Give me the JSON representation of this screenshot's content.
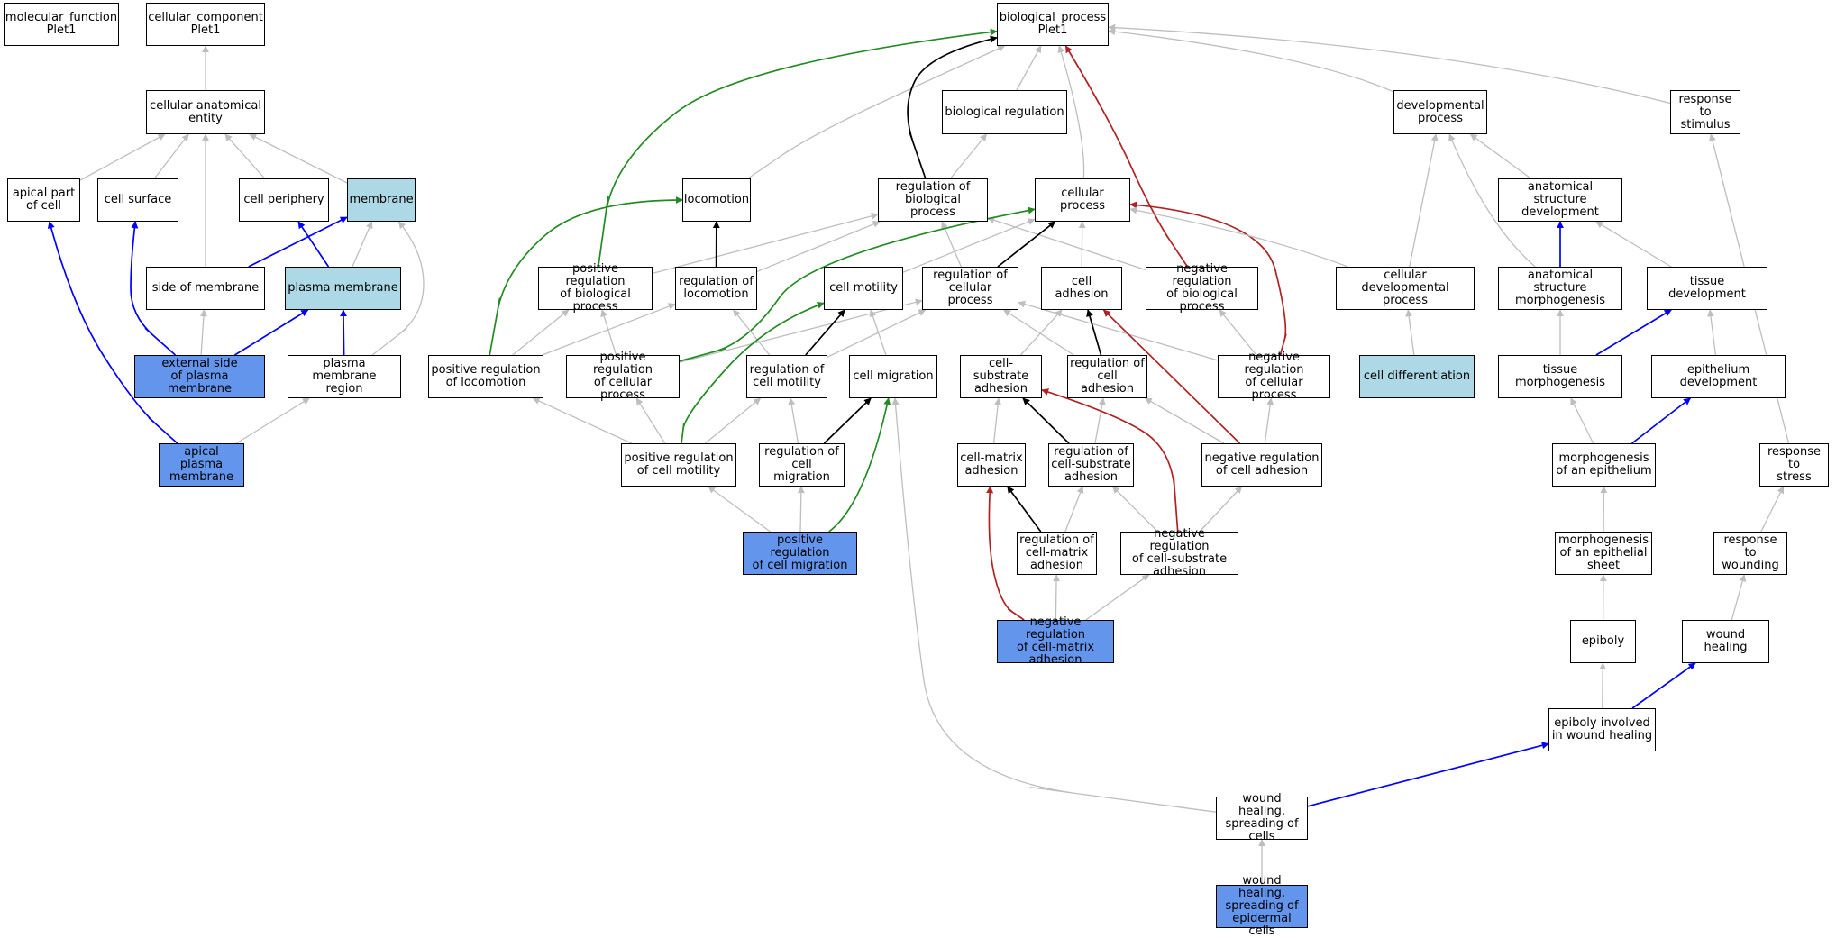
{
  "colors": {
    "is_a": "#bebebe",
    "part_of": "#0000ff",
    "regulates": "#000000",
    "positively_regulates": "#228b22",
    "negatively_regulates": "#b22222",
    "highlight_light": "#add8e6",
    "highlight_dark": "#6495ed"
  },
  "nodes": [
    {
      "id": "mf_root",
      "label": "molecular_function\nPlet1",
      "style": "plain"
    },
    {
      "id": "cc_root",
      "label": "cellular_component\nPlet1",
      "style": "plain"
    },
    {
      "id": "bp_root",
      "label": "biological_process\nPlet1",
      "style": "plain"
    },
    {
      "id": "cell_anat",
      "label": "cellular anatomical\nentity",
      "style": "plain"
    },
    {
      "id": "apical_part",
      "label": "apical part\nof cell",
      "style": "plain"
    },
    {
      "id": "cell_surface",
      "label": "cell surface",
      "style": "plain"
    },
    {
      "id": "cell_periphery",
      "label": "cell periphery",
      "style": "plain"
    },
    {
      "id": "membrane",
      "label": "membrane",
      "style": "light"
    },
    {
      "id": "side_membrane",
      "label": "side of membrane",
      "style": "plain"
    },
    {
      "id": "plasma_membrane",
      "label": "plasma membrane",
      "style": "light"
    },
    {
      "id": "ext_side_pm",
      "label": "external side\nof plasma membrane",
      "style": "dark"
    },
    {
      "id": "pm_region",
      "label": "plasma membrane\nregion",
      "style": "plain"
    },
    {
      "id": "apical_pm",
      "label": "apical plasma\nmembrane",
      "style": "dark"
    },
    {
      "id": "locomotion",
      "label": "locomotion",
      "style": "plain"
    },
    {
      "id": "bio_reg",
      "label": "biological regulation",
      "style": "plain"
    },
    {
      "id": "reg_bio_proc",
      "label": "regulation of\nbiological process",
      "style": "plain"
    },
    {
      "id": "cellular_process",
      "label": "cellular process",
      "style": "plain"
    },
    {
      "id": "pos_reg_bio_proc",
      "label": "positive regulation\nof biological\nprocess",
      "style": "plain"
    },
    {
      "id": "reg_locomotion",
      "label": "regulation of\nlocomotion",
      "style": "plain"
    },
    {
      "id": "cell_motility",
      "label": "cell motility",
      "style": "plain"
    },
    {
      "id": "reg_cell_proc",
      "label": "regulation of\ncellular process",
      "style": "plain"
    },
    {
      "id": "cell_adhesion",
      "label": "cell adhesion",
      "style": "plain"
    },
    {
      "id": "neg_reg_bio_proc",
      "label": "negative regulation\nof biological\nprocess",
      "style": "plain"
    },
    {
      "id": "pos_reg_locomotion",
      "label": "positive regulation\nof locomotion",
      "style": "plain"
    },
    {
      "id": "pos_reg_cell_proc",
      "label": "positive regulation\nof cellular\nprocess",
      "style": "plain"
    },
    {
      "id": "reg_cell_motility",
      "label": "regulation of\ncell motility",
      "style": "plain"
    },
    {
      "id": "cell_migration",
      "label": "cell migration",
      "style": "plain"
    },
    {
      "id": "cell_substrate_adh",
      "label": "cell-substrate\nadhesion",
      "style": "plain"
    },
    {
      "id": "reg_cell_adh",
      "label": "regulation of\ncell adhesion",
      "style": "plain"
    },
    {
      "id": "neg_reg_cell_proc",
      "label": "negative regulation\nof cellular\nprocess",
      "style": "plain"
    },
    {
      "id": "pos_reg_cell_motility",
      "label": "positive regulation\nof cell motility",
      "style": "plain"
    },
    {
      "id": "reg_cell_migration",
      "label": "regulation of\ncell migration",
      "style": "plain"
    },
    {
      "id": "cell_matrix_adh",
      "label": "cell-matrix\nadhesion",
      "style": "plain"
    },
    {
      "id": "reg_cell_substrate_adh",
      "label": "regulation of\ncell-substrate\nadhesion",
      "style": "plain"
    },
    {
      "id": "neg_reg_cell_adh",
      "label": "negative regulation\nof cell adhesion",
      "style": "plain"
    },
    {
      "id": "pos_reg_cell_migration",
      "label": "positive regulation\nof cell migration",
      "style": "dark"
    },
    {
      "id": "reg_cell_matrix_adh",
      "label": "regulation of\ncell-matrix\nadhesion",
      "style": "plain"
    },
    {
      "id": "neg_reg_cell_substrate_adh",
      "label": "negative regulation\nof cell-substrate\nadhesion",
      "style": "plain"
    },
    {
      "id": "neg_reg_cell_matrix_adh",
      "label": "negative regulation\nof cell-matrix\nadhesion",
      "style": "dark"
    },
    {
      "id": "dev_process",
      "label": "developmental\nprocess",
      "style": "plain"
    },
    {
      "id": "resp_stimulus",
      "label": "response to\nstimulus",
      "style": "plain"
    },
    {
      "id": "anat_struct_dev",
      "label": "anatomical structure\ndevelopment",
      "style": "plain"
    },
    {
      "id": "cell_dev_process",
      "label": "cellular developmental\nprocess",
      "style": "plain"
    },
    {
      "id": "anat_struct_morph",
      "label": "anatomical structure\nmorphogenesis",
      "style": "plain"
    },
    {
      "id": "tissue_dev",
      "label": "tissue development",
      "style": "plain"
    },
    {
      "id": "cell_diff",
      "label": "cell differentiation",
      "style": "light"
    },
    {
      "id": "tissue_morph",
      "label": "tissue morphogenesis",
      "style": "plain"
    },
    {
      "id": "epith_dev",
      "label": "epithelium development",
      "style": "plain"
    },
    {
      "id": "morph_epith",
      "label": "morphogenesis\nof an epithelium",
      "style": "plain"
    },
    {
      "id": "resp_stress",
      "label": "response to\nstress",
      "style": "plain"
    },
    {
      "id": "morph_epith_sheet",
      "label": "morphogenesis\nof an epithelial\nsheet",
      "style": "plain"
    },
    {
      "id": "resp_wounding",
      "label": "response to\nwounding",
      "style": "plain"
    },
    {
      "id": "epiboly",
      "label": "epiboly",
      "style": "plain"
    },
    {
      "id": "wound_healing",
      "label": "wound healing",
      "style": "plain"
    },
    {
      "id": "epiboly_wound",
      "label": "epiboly involved\nin wound healing",
      "style": "plain"
    },
    {
      "id": "wh_spreading",
      "label": "wound healing,\nspreading of\ncells",
      "style": "plain"
    },
    {
      "id": "wh_spreading_epid",
      "label": "wound healing,\nspreading of\nepidermal cells",
      "style": "dark"
    }
  ],
  "edges": [
    {
      "from": "cell_anat",
      "to": "cc_root",
      "type": "is_a"
    },
    {
      "from": "apical_part",
      "to": "cell_anat",
      "type": "is_a"
    },
    {
      "from": "cell_surface",
      "to": "cell_anat",
      "type": "is_a"
    },
    {
      "from": "cell_periphery",
      "to": "cell_anat",
      "type": "is_a"
    },
    {
      "from": "membrane",
      "to": "cell_anat",
      "type": "is_a"
    },
    {
      "from": "side_membrane",
      "to": "cell_anat",
      "type": "is_a"
    },
    {
      "from": "side_membrane",
      "to": "membrane",
      "type": "part_of"
    },
    {
      "from": "plasma_membrane",
      "to": "membrane",
      "type": "is_a"
    },
    {
      "from": "plasma_membrane",
      "to": "cell_periphery",
      "type": "part_of"
    },
    {
      "from": "ext_side_pm",
      "to": "side_membrane",
      "type": "is_a"
    },
    {
      "from": "ext_side_pm",
      "to": "cell_surface",
      "type": "part_of"
    },
    {
      "from": "ext_side_pm",
      "to": "plasma_membrane",
      "type": "part_of"
    },
    {
      "from": "pm_region",
      "to": "plasma_membrane",
      "type": "part_of"
    },
    {
      "from": "pm_region",
      "to": "membrane",
      "type": "is_a"
    },
    {
      "from": "apical_pm",
      "to": "pm_region",
      "type": "is_a"
    },
    {
      "from": "apical_pm",
      "to": "apical_part",
      "type": "part_of"
    },
    {
      "from": "bio_reg",
      "to": "bp_root",
      "type": "is_a"
    },
    {
      "from": "locomotion",
      "to": "bp_root",
      "type": "is_a"
    },
    {
      "from": "cellular_process",
      "to": "bp_root",
      "type": "is_a"
    },
    {
      "from": "dev_process",
      "to": "bp_root",
      "type": "is_a"
    },
    {
      "from": "resp_stimulus",
      "to": "bp_root",
      "type": "is_a"
    },
    {
      "from": "reg_bio_proc",
      "to": "bio_reg",
      "type": "is_a"
    },
    {
      "from": "reg_bio_proc",
      "to": "bp_root",
      "type": "regulates"
    },
    {
      "from": "pos_reg_bio_proc",
      "to": "reg_bio_proc",
      "type": "is_a"
    },
    {
      "from": "pos_reg_bio_proc",
      "to": "bp_root",
      "type": "positively_regulates"
    },
    {
      "from": "neg_reg_bio_proc",
      "to": "reg_bio_proc",
      "type": "is_a"
    },
    {
      "from": "neg_reg_bio_proc",
      "to": "bp_root",
      "type": "negatively_regulates"
    },
    {
      "from": "reg_locomotion",
      "to": "reg_bio_proc",
      "type": "is_a"
    },
    {
      "from": "reg_locomotion",
      "to": "locomotion",
      "type": "regulates"
    },
    {
      "from": "cell_motility",
      "to": "cellular_process",
      "type": "is_a"
    },
    {
      "from": "reg_cell_proc",
      "to": "reg_bio_proc",
      "type": "is_a"
    },
    {
      "from": "reg_cell_proc",
      "to": "cellular_process",
      "type": "regulates"
    },
    {
      "from": "cell_adhesion",
      "to": "cellular_process",
      "type": "is_a"
    },
    {
      "from": "pos_reg_locomotion",
      "to": "pos_reg_bio_proc",
      "type": "is_a"
    },
    {
      "from": "pos_reg_locomotion",
      "to": "reg_locomotion",
      "type": "is_a"
    },
    {
      "from": "pos_reg_locomotion",
      "to": "locomotion",
      "type": "positively_regulates"
    },
    {
      "from": "pos_reg_cell_proc",
      "to": "pos_reg_bio_proc",
      "type": "is_a"
    },
    {
      "from": "pos_reg_cell_proc",
      "to": "reg_cell_proc",
      "type": "is_a"
    },
    {
      "from": "pos_reg_cell_proc",
      "to": "cellular_process",
      "type": "positively_regulates"
    },
    {
      "from": "neg_reg_cell_proc",
      "to": "neg_reg_bio_proc",
      "type": "is_a"
    },
    {
      "from": "neg_reg_cell_proc",
      "to": "reg_cell_proc",
      "type": "is_a"
    },
    {
      "from": "neg_reg_cell_proc",
      "to": "cellular_process",
      "type": "negatively_regulates"
    },
    {
      "from": "reg_cell_motility",
      "to": "reg_locomotion",
      "type": "is_a"
    },
    {
      "from": "reg_cell_motility",
      "to": "reg_cell_proc",
      "type": "is_a"
    },
    {
      "from": "reg_cell_motility",
      "to": "cell_motility",
      "type": "regulates"
    },
    {
      "from": "cell_migration",
      "to": "cell_motility",
      "type": "is_a"
    },
    {
      "from": "cell_substrate_adh",
      "to": "cell_adhesion",
      "type": "is_a"
    },
    {
      "from": "reg_cell_adh",
      "to": "reg_cell_proc",
      "type": "is_a"
    },
    {
      "from": "reg_cell_adh",
      "to": "cell_adhesion",
      "type": "regulates"
    },
    {
      "from": "pos_reg_cell_motility",
      "to": "pos_reg_locomotion",
      "type": "is_a"
    },
    {
      "from": "pos_reg_cell_motility",
      "to": "pos_reg_cell_proc",
      "type": "is_a"
    },
    {
      "from": "pos_reg_cell_motility",
      "to": "reg_cell_motility",
      "type": "is_a"
    },
    {
      "from": "pos_reg_cell_motility",
      "to": "cell_motility",
      "type": "positively_regulates"
    },
    {
      "from": "reg_cell_migration",
      "to": "reg_cell_motility",
      "type": "is_a"
    },
    {
      "from": "reg_cell_migration",
      "to": "cell_migration",
      "type": "regulates"
    },
    {
      "from": "neg_reg_cell_adh",
      "to": "neg_reg_cell_proc",
      "type": "is_a"
    },
    {
      "from": "neg_reg_cell_adh",
      "to": "reg_cell_adh",
      "type": "is_a"
    },
    {
      "from": "neg_reg_cell_adh",
      "to": "cell_adhesion",
      "type": "negatively_regulates"
    },
    {
      "from": "cell_matrix_adh",
      "to": "cell_substrate_adh",
      "type": "is_a"
    },
    {
      "from": "reg_cell_substrate_adh",
      "to": "reg_cell_adh",
      "type": "is_a"
    },
    {
      "from": "reg_cell_substrate_adh",
      "to": "cell_substrate_adh",
      "type": "regulates"
    },
    {
      "from": "pos_reg_cell_migration",
      "to": "pos_reg_cell_motility",
      "type": "is_a"
    },
    {
      "from": "pos_reg_cell_migration",
      "to": "reg_cell_migration",
      "type": "is_a"
    },
    {
      "from": "pos_reg_cell_migration",
      "to": "cell_migration",
      "type": "positively_regulates"
    },
    {
      "from": "reg_cell_matrix_adh",
      "to": "reg_cell_substrate_adh",
      "type": "is_a"
    },
    {
      "from": "reg_cell_matrix_adh",
      "to": "cell_matrix_adh",
      "type": "regulates"
    },
    {
      "from": "neg_reg_cell_substrate_adh",
      "to": "reg_cell_substrate_adh",
      "type": "is_a"
    },
    {
      "from": "neg_reg_cell_substrate_adh",
      "to": "neg_reg_cell_adh",
      "type": "is_a"
    },
    {
      "from": "neg_reg_cell_substrate_adh",
      "to": "cell_substrate_adh",
      "type": "negatively_regulates"
    },
    {
      "from": "neg_reg_cell_matrix_adh",
      "to": "reg_cell_matrix_adh",
      "type": "is_a"
    },
    {
      "from": "neg_reg_cell_matrix_adh",
      "to": "neg_reg_cell_substrate_adh",
      "type": "is_a"
    },
    {
      "from": "neg_reg_cell_matrix_adh",
      "to": "cell_matrix_adh",
      "type": "negatively_regulates"
    },
    {
      "from": "anat_struct_dev",
      "to": "dev_process",
      "type": "is_a"
    },
    {
      "from": "cell_dev_process",
      "to": "dev_process",
      "type": "is_a"
    },
    {
      "from": "cell_dev_process",
      "to": "cellular_process",
      "type": "is_a"
    },
    {
      "from": "anat_struct_morph",
      "to": "dev_process",
      "type": "is_a"
    },
    {
      "from": "anat_struct_morph",
      "to": "anat_struct_dev",
      "type": "part_of"
    },
    {
      "from": "tissue_dev",
      "to": "anat_struct_dev",
      "type": "is_a"
    },
    {
      "from": "cell_diff",
      "to": "cell_dev_process",
      "type": "is_a"
    },
    {
      "from": "tissue_morph",
      "to": "anat_struct_morph",
      "type": "is_a"
    },
    {
      "from": "tissue_morph",
      "to": "tissue_dev",
      "type": "part_of"
    },
    {
      "from": "epith_dev",
      "to": "tissue_dev",
      "type": "is_a"
    },
    {
      "from": "morph_epith",
      "to": "tissue_morph",
      "type": "is_a"
    },
    {
      "from": "morph_epith",
      "to": "epith_dev",
      "type": "part_of"
    },
    {
      "from": "morph_epith_sheet",
      "to": "morph_epith",
      "type": "is_a"
    },
    {
      "from": "epiboly",
      "to": "morph_epith_sheet",
      "type": "is_a"
    },
    {
      "from": "epiboly_wound",
      "to": "epiboly",
      "type": "is_a"
    },
    {
      "from": "epiboly_wound",
      "to": "wound_healing",
      "type": "part_of"
    },
    {
      "from": "resp_stress",
      "to": "resp_stimulus",
      "type": "is_a"
    },
    {
      "from": "resp_wounding",
      "to": "resp_stress",
      "type": "is_a"
    },
    {
      "from": "wound_healing",
      "to": "resp_wounding",
      "type": "is_a"
    },
    {
      "from": "wh_spreading",
      "to": "cell_migration",
      "type": "is_a"
    },
    {
      "from": "wh_spreading",
      "to": "epiboly_wound",
      "type": "part_of"
    },
    {
      "from": "wh_spreading_epid",
      "to": "wh_spreading",
      "type": "is_a"
    }
  ]
}
